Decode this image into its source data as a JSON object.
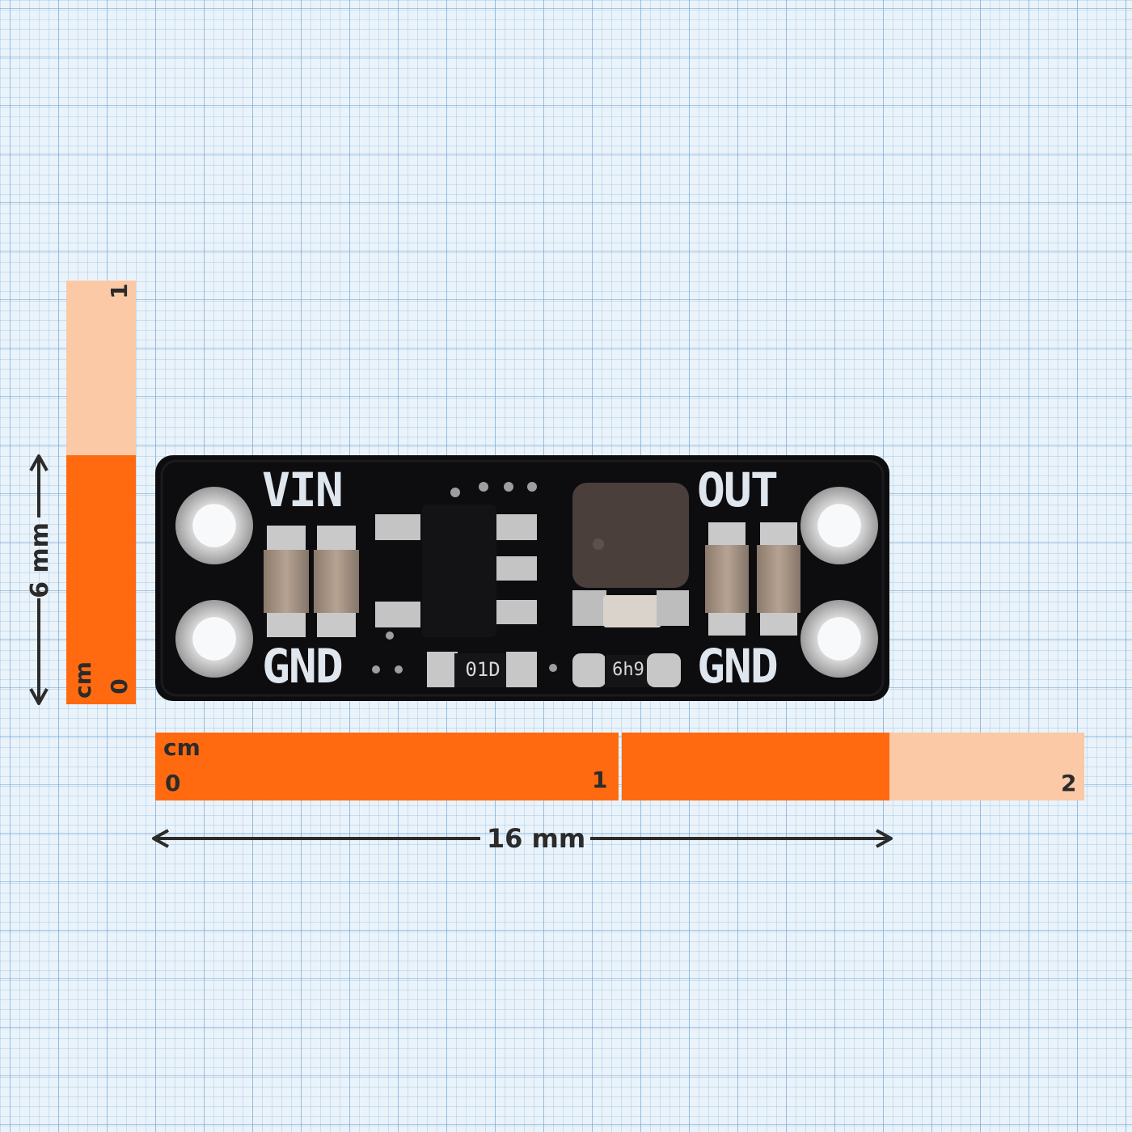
{
  "board": {
    "labels": {
      "vin": "VIN",
      "gnd_left": "GND",
      "out": "OUT",
      "gnd_right": "GND",
      "resistor1": "01D",
      "resistor2": "6h9"
    }
  },
  "vertical_ruler": {
    "unit": "cm",
    "tick_0": "0",
    "tick_1": "1"
  },
  "horizontal_ruler": {
    "unit": "cm",
    "tick_0": "0",
    "tick_1": "1",
    "tick_2": "2"
  },
  "dimensions": {
    "height": "6 mm",
    "width": "16 mm"
  },
  "colors": {
    "ruler_dark": "#ff6a10",
    "ruler_light": "#fbc9a5",
    "pcb": "#0d0d0f",
    "grid": "#eaf3fa"
  }
}
